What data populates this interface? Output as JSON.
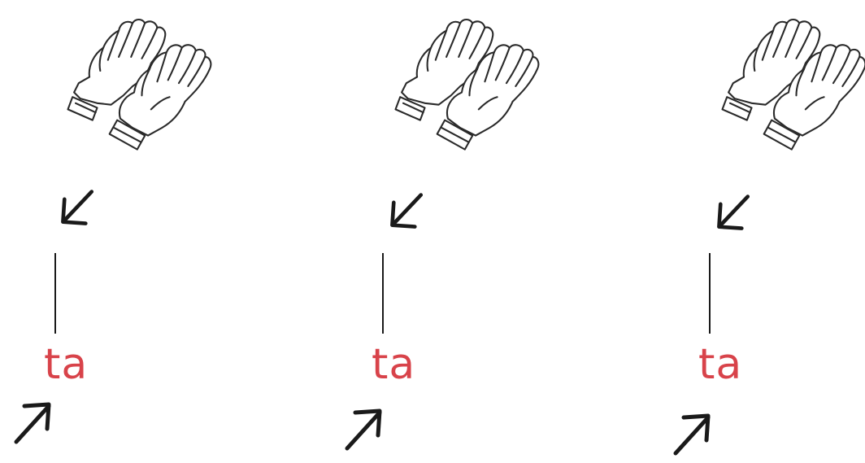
{
  "beats": [
    {
      "syllable": "ta"
    },
    {
      "syllable": "ta"
    },
    {
      "syllable": "ta"
    }
  ],
  "icons": {
    "clap": "clapping-hands-icon",
    "down": "down-left-arrow-icon",
    "up": "up-right-arrow-icon"
  },
  "colors": {
    "syllable": "#d8434a",
    "ink": "#1a1a1a",
    "background": "#ffffff"
  }
}
